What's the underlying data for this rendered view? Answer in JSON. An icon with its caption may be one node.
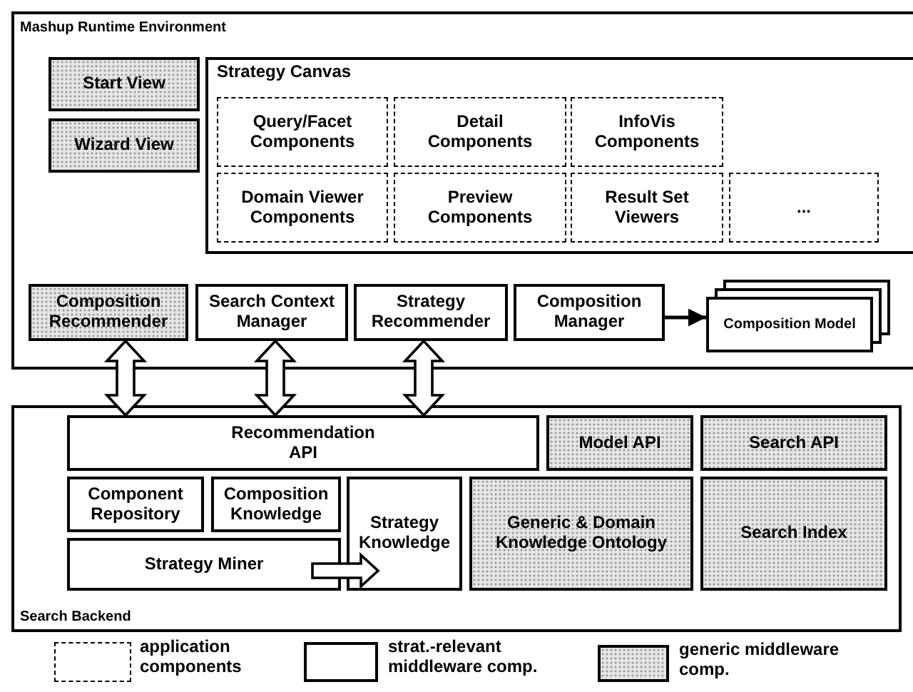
{
  "diagram": {
    "nodes": [
      {
        "text": [
          "Mashup Runtime Environment"
        ]
      },
      {
        "text": [
          "Start View"
        ],
        "in": 0
      },
      {
        "text": [
          "Wizard View"
        ],
        "in": 0
      },
      {
        "text": [
          "Strategy Canvas"
        ],
        "in": 0
      },
      {
        "text": [
          "Query/Facet Components"
        ],
        "in": 3
      },
      {
        "text": [
          "Detail Components"
        ],
        "in": 3
      },
      {
        "text": [
          "InfoVis Components"
        ],
        "in": 3
      },
      {
        "text": [
          "Domain Viewer Components"
        ],
        "in": 3
      },
      {
        "text": [
          "Preview Components"
        ],
        "in": 3
      },
      {
        "text": [
          "Result Set Viewers"
        ],
        "in": 3
      },
      {
        "text": [
          "..."
        ],
        "in": 3
      },
      {
        "text": [
          "Composition Recommender"
        ],
        "in": 0
      },
      {
        "text": [
          "Search Context Manager"
        ],
        "in": 0
      },
      {
        "text": [
          "Strategy Recommender"
        ],
        "in": 0
      },
      {
        "text": [
          "Composition Manager"
        ],
        "in": 0
      },
      {
        "text": [
          "Composition Model"
        ],
        "in": 0
      },
      {
        "text": [
          "Search Backend"
        ]
      },
      {
        "text": [
          "Recommendation API"
        ],
        "in": 16
      },
      {
        "text": [
          "Model API"
        ],
        "in": 16
      },
      {
        "text": [
          "Search API"
        ],
        "in": 16
      },
      {
        "text": [
          "Component Repository"
        ],
        "in": 16
      },
      {
        "text": [
          "Composition Knowledge"
        ],
        "in": 16
      },
      {
        "text": [
          "Strategy Knowledge"
        ],
        "in": 16
      },
      {
        "text": [
          "Generic & Domain Knowledge Ontology"
        ],
        "in": 16
      },
      {
        "text": [
          "Search Index"
        ],
        "in": 16
      },
      {
        "text": [
          "Strategy Miner"
        ],
        "in": 16
      }
    ],
    "edges": [
      {
        "from": 14,
        "to": 15,
        "arrow": "to"
      },
      {
        "from": 11,
        "to": 17,
        "arrow": "both",
        "style": "thick"
      },
      {
        "from": 12,
        "to": 17,
        "arrow": "both",
        "style": "thick"
      },
      {
        "from": 13,
        "to": 17,
        "arrow": "both",
        "style": "thick"
      },
      {
        "from": 25,
        "to": 22,
        "arrow": "to",
        "style": "thick"
      }
    ],
    "legend": [
      {
        "text": "application components"
      },
      {
        "text": "strat.-relevant middleware comp."
      },
      {
        "text": "generic middleware comp."
      }
    ]
  }
}
